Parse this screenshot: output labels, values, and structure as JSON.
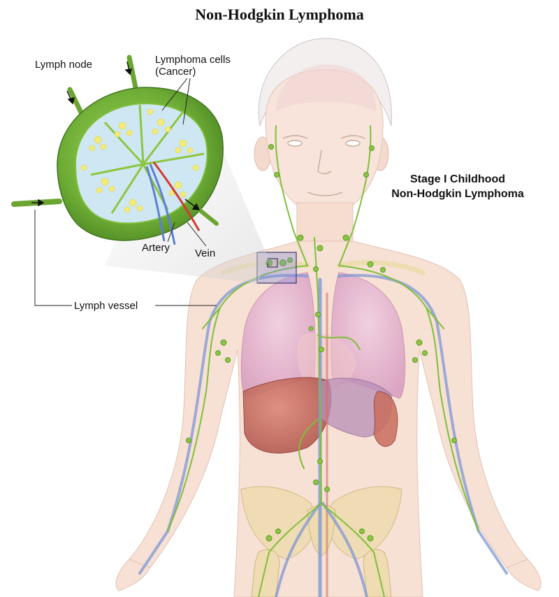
{
  "title": "Non-Hodgkin Lymphoma",
  "stage": {
    "line1": "Stage I Childhood",
    "line2": "Non-Hodgkin Lymphoma"
  },
  "labels": {
    "lymph_node": "Lymph node",
    "lymphoma_cells_line1": "Lymphoma cells",
    "lymphoma_cells_line2": "(Cancer)",
    "artery": "Artery",
    "vein": "Vein",
    "lymph_vessel": "Lymph vessel"
  },
  "colors": {
    "skin": "#f6ddd0",
    "lymph_green": "#7fbf3a",
    "node_dark_green": "#5e9a2c",
    "lung_pink": "#e9b8d2",
    "liver_red": "#c86a5e",
    "vein_blue": "#6f8fd0",
    "artery_red": "#d23a2e",
    "bone": "#eedcb0",
    "cancer_yellow": "#f3ec7a",
    "highlight_box": "#3b3b6e"
  }
}
